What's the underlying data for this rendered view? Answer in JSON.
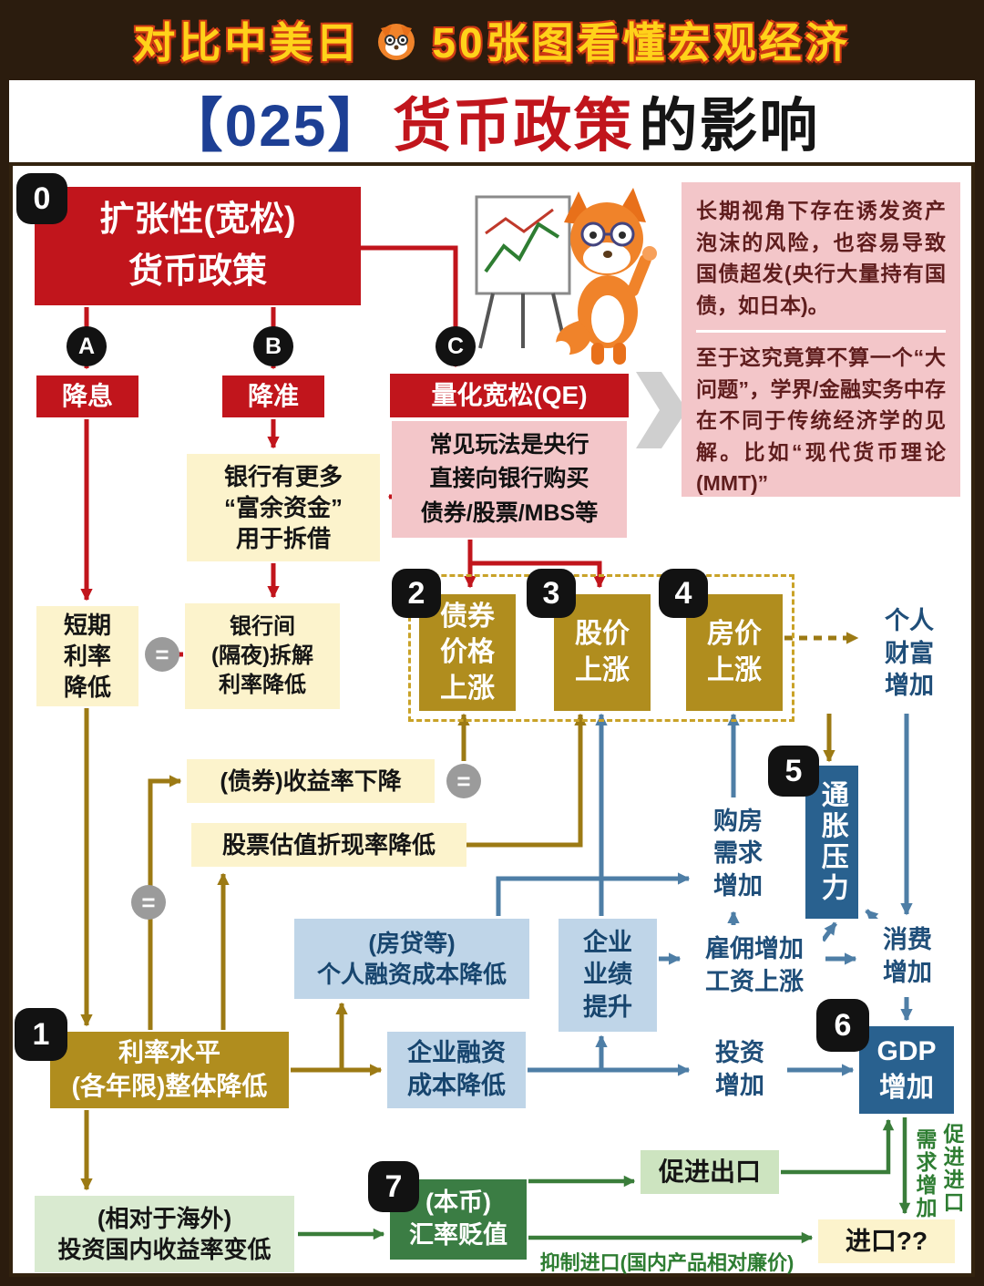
{
  "banner": {
    "left": "对比中美日",
    "right": "50张图看懂宏观经济"
  },
  "title": {
    "prefix": "【025】",
    "highlight": "货币政策",
    "suffix": "的影响"
  },
  "badges": {
    "n0": "0",
    "n1": "1",
    "n2": "2",
    "n3": "3",
    "n4": "4",
    "n5": "5",
    "n6": "6",
    "n7": "7",
    "a": "A",
    "b": "B",
    "c": "C"
  },
  "symbols": {
    "equals": "="
  },
  "note": {
    "p1": "长期视角下存在诱发资产泡沫的风险，也容易导致国债超发(央行大量持有国债，如日本)。",
    "p2": "至于这究竟算不算一个“大问题”，学界/金融实务中存在不同于传统经济学的见解。比如“现代货币理论(MMT)”"
  },
  "nodes": {
    "policy": "扩张性(宽松)\n货币政策",
    "rate_cut": "降息",
    "rrr_cut": "降准",
    "qe": "量化宽松(QE)",
    "qe_note": "常见玩法是央行\n直接向银行购买\n债券/股票/MBS等",
    "surplus_funds": "银行有更多\n“富余资金”\n用于拆借",
    "short_rate": "短期\n利率\n降低",
    "interbank": "银行间\n(隔夜)拆解\n利率降低",
    "bond_price": "债券\n价格\n上涨",
    "stock_price": "股价\n上涨",
    "house_price": "房价\n上涨",
    "personal_wealth": "个人\n财富\n增加",
    "inflation": "通胀压力",
    "bond_yield": "(债券)收益率下降",
    "stock_discount": "股票估值折现率降低",
    "personal_financing": "(房贷等)\n个人融资成本降低",
    "corp_performance": "企业\n业绩\n提升",
    "housing_demand": "购房\n需求\n增加",
    "employment": "雇佣增加\n工资上涨",
    "consumption": "消费\n增加",
    "rate_level": "利率水平\n(各年限)整体降低",
    "corp_financing": "企业融资\n成本降低",
    "investment": "投资\n增加",
    "gdp": "GDP\n增加",
    "export": "促进出口",
    "fx": "(本币)\n汇率贬值",
    "overseas": "(相对于海外)\n投资国内收益率变低",
    "imports": "进口??",
    "import_note": "抑制进口(国内产品相对廉价)",
    "demand_up": "需求增加",
    "import_up": "促进进口"
  },
  "colors": {
    "red": "#c1151c",
    "pink": "#f3c6c9",
    "yellow": "#fcf3cc",
    "gold": "#b08d1e",
    "light_blue": "#bfd5e8",
    "dark_blue": "#29618f",
    "navy_text": "#1f4e79",
    "green_dark": "#3b7d44",
    "green_light": "#cde4c0",
    "green_text": "#2e7d32",
    "banner_bg": "#2b1c0e",
    "banner_text": "#ffd21a",
    "badge": "#121212"
  }
}
